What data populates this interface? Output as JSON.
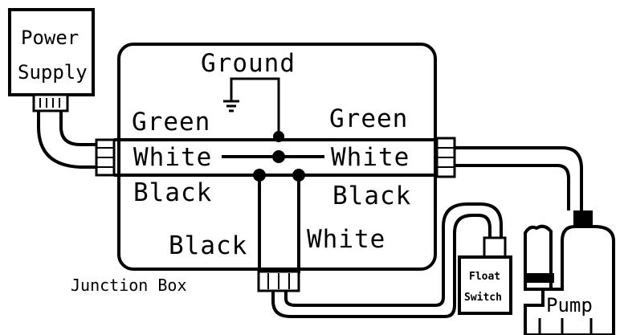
{
  "diagram": {
    "power_supply": {
      "line1": "Power",
      "line2": "Supply"
    },
    "junction_box": {
      "label": "Junction Box"
    },
    "ground": {
      "label": "Ground"
    },
    "left_wires": {
      "green": "Green",
      "white": "White",
      "black": "Black"
    },
    "right_wires": {
      "green": "Green",
      "white": "White",
      "black": "Black"
    },
    "lower_wires": {
      "black": "Black",
      "white": "White"
    },
    "float_switch": {
      "line1": "Float",
      "line2": "Switch"
    },
    "pump": {
      "label": "Pump"
    }
  }
}
